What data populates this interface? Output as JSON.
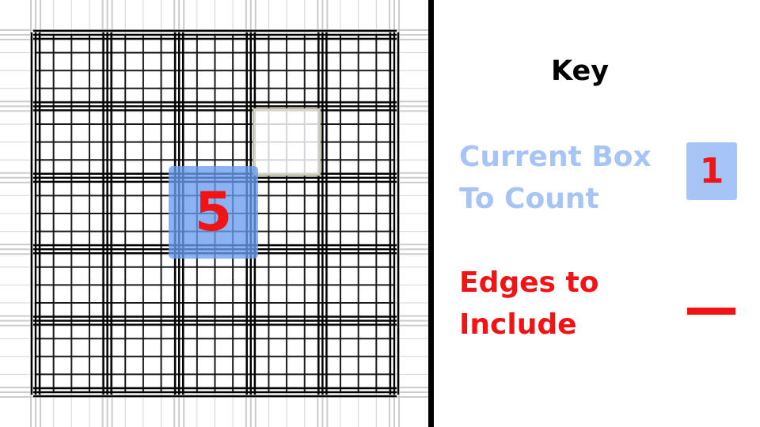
{
  "diagram": {
    "current_count": "5"
  },
  "key": {
    "title": "Key",
    "current_box_lines": [
      "Current Box",
      "To Count"
    ],
    "current_box_sample": "1",
    "edges_lines": [
      "Edges to",
      "Include"
    ]
  },
  "colors": {
    "count_red": "#f21414",
    "highlight_blue": "#6a9cf0",
    "legend_blue": "#a7c4f7",
    "grid_black": "#000000"
  }
}
